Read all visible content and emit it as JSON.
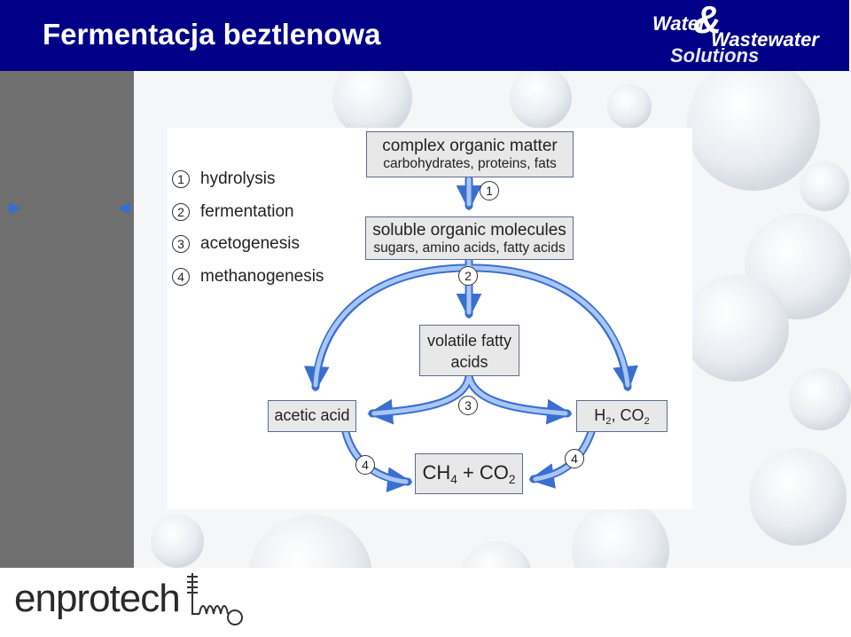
{
  "header": {
    "title": "Fermentacja beztlenowa",
    "brand": {
      "water": "Water",
      "amp": "&",
      "wastewater": "Wastewater",
      "solutions": "Solutions"
    }
  },
  "side_panel": {
    "arrow_right": "►",
    "arrow_left": "◄"
  },
  "legend": [
    {
      "num": "1",
      "label": "hydrolysis"
    },
    {
      "num": "2",
      "label": "fermentation"
    },
    {
      "num": "3",
      "label": "acetogenesis"
    },
    {
      "num": "4",
      "label": "methanogenesis"
    }
  ],
  "nodes": {
    "complex": {
      "line1": "complex organic matter",
      "line2": "carbohydrates, proteins, fats"
    },
    "soluble": {
      "line1": "soluble organic molecules",
      "line2": "sugars, amino acids, fatty acids"
    },
    "vfa": {
      "line1": "volatile fatty",
      "line2": "acids"
    },
    "acetic": {
      "label": "acetic acid"
    },
    "h2co2": {
      "a": "H",
      "a_sub": "2",
      "b": ", CO",
      "b_sub": "2"
    },
    "ch4co2": {
      "a": "CH",
      "a_sub": "4",
      "b": " + CO",
      "b_sub": "2"
    }
  },
  "steps": {
    "s1": "1",
    "s2": "2",
    "s3": "3",
    "s4a": "4",
    "s4b": "4"
  },
  "footer": {
    "logo": "enprotech"
  },
  "colors": {
    "header": "#000087",
    "arrow": "#8fb2ec",
    "arrow_edge": "#3a6fd0",
    "panel": "#6f6f6f"
  }
}
